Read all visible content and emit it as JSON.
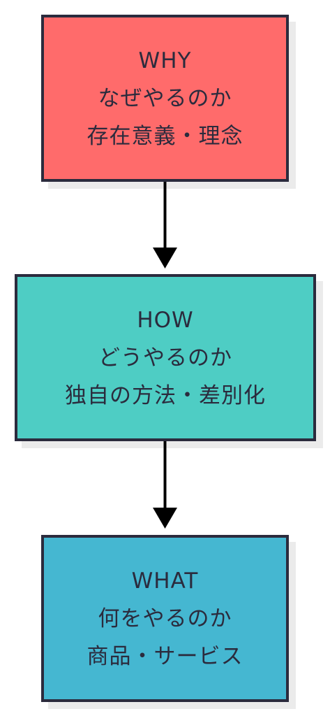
{
  "boxes": [
    {
      "id": "why",
      "color": "#ff6b6b",
      "lines": [
        "WHY",
        "なぜやるのか",
        "存在意義・理念"
      ]
    },
    {
      "id": "how",
      "color": "#4ecdc4",
      "lines": [
        "HOW",
        "どうやるのか",
        "独自の方法・差別化"
      ]
    },
    {
      "id": "what",
      "color": "#45b7d1",
      "lines": [
        "WHAT",
        "何をやるのか",
        "商品・サービス"
      ]
    }
  ],
  "connectors": [
    {
      "from": "why",
      "to": "how"
    },
    {
      "from": "how",
      "to": "what"
    }
  ],
  "colors": {
    "border": "#2b2b3d",
    "arrow": "#000000",
    "shadow": "#ebebeb"
  }
}
